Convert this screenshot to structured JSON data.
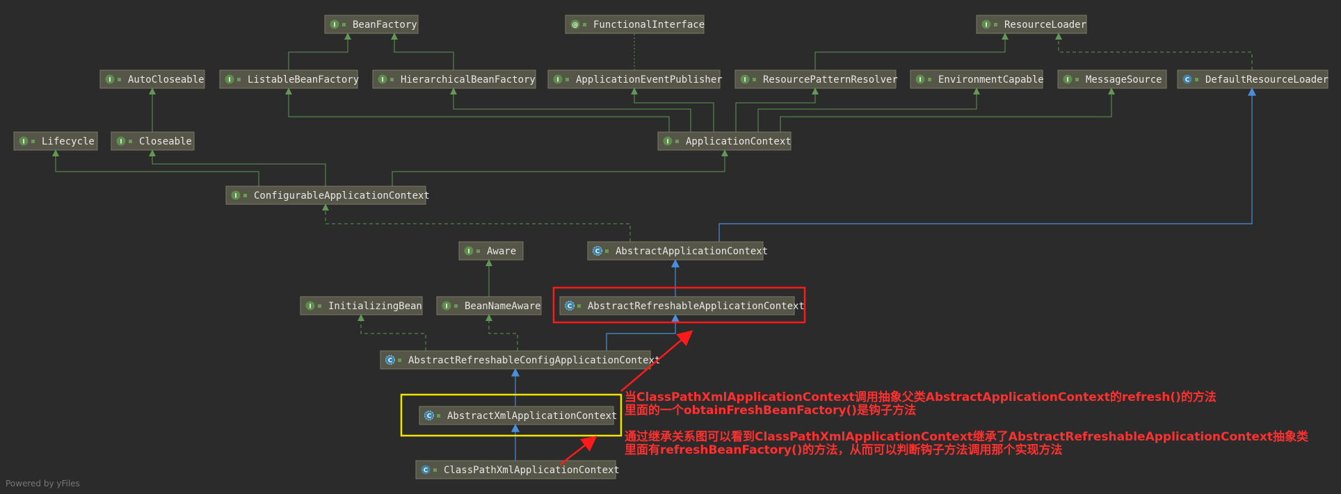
{
  "colors": {
    "background": "#2b2b2b",
    "node_fill": "#555548",
    "interface_badge": "#5f8d4e",
    "class_badge": "#3f84a8",
    "abstract_class_badge": "#3f84a8",
    "inherit_edge": "#629755",
    "extends_edge": "#4a8fdc",
    "highlight_red": "#ff1a1a",
    "highlight_yellow": "#f2e600",
    "annotation_text": "#ff3030"
  },
  "diagram": {
    "nodes": [
      {
        "id": "BeanFactory",
        "label": "BeanFactory",
        "kind": "interface"
      },
      {
        "id": "FunctionalInterface",
        "label": "FunctionalInterface",
        "kind": "annotation"
      },
      {
        "id": "ResourceLoader",
        "label": "ResourceLoader",
        "kind": "interface"
      },
      {
        "id": "AutoCloseable",
        "label": "AutoCloseable",
        "kind": "interface"
      },
      {
        "id": "ListableBeanFactory",
        "label": "ListableBeanFactory",
        "kind": "interface"
      },
      {
        "id": "HierarchicalBeanFactory",
        "label": "HierarchicalBeanFactory",
        "kind": "interface"
      },
      {
        "id": "ApplicationEventPublisher",
        "label": "ApplicationEventPublisher",
        "kind": "interface"
      },
      {
        "id": "ResourcePatternResolver",
        "label": "ResourcePatternResolver",
        "kind": "interface"
      },
      {
        "id": "EnvironmentCapable",
        "label": "EnvironmentCapable",
        "kind": "interface"
      },
      {
        "id": "MessageSource",
        "label": "MessageSource",
        "kind": "interface"
      },
      {
        "id": "DefaultResourceLoader",
        "label": "DefaultResourceLoader",
        "kind": "class"
      },
      {
        "id": "Lifecycle",
        "label": "Lifecycle",
        "kind": "interface"
      },
      {
        "id": "Closeable",
        "label": "Closeable",
        "kind": "interface"
      },
      {
        "id": "ApplicationContext",
        "label": "ApplicationContext",
        "kind": "interface"
      },
      {
        "id": "ConfigurableApplicationContext",
        "label": "ConfigurableApplicationContext",
        "kind": "interface"
      },
      {
        "id": "Aware",
        "label": "Aware",
        "kind": "interface"
      },
      {
        "id": "AbstractApplicationContext",
        "label": "AbstractApplicationContext",
        "kind": "abstract"
      },
      {
        "id": "InitializingBean",
        "label": "InitializingBean",
        "kind": "interface"
      },
      {
        "id": "BeanNameAware",
        "label": "BeanNameAware",
        "kind": "interface"
      },
      {
        "id": "AbstractRefreshableApplicationContext",
        "label": "AbstractRefreshableApplicationContext",
        "kind": "abstract"
      },
      {
        "id": "AbstractRefreshableConfigApplicationContext",
        "label": "AbstractRefreshableConfigApplicationContext",
        "kind": "abstract"
      },
      {
        "id": "AbstractXmlApplicationContext",
        "label": "AbstractXmlApplicationContext",
        "kind": "abstract"
      },
      {
        "id": "ClassPathXmlApplicationContext",
        "label": "ClassPathXmlApplicationContext",
        "kind": "class"
      }
    ],
    "edges": [
      {
        "from": "ListableBeanFactory",
        "to": "BeanFactory",
        "type": "inherit"
      },
      {
        "from": "HierarchicalBeanFactory",
        "to": "BeanFactory",
        "type": "inherit"
      },
      {
        "from": "ApplicationEventPublisher",
        "to": "FunctionalInterface",
        "type": "annotated"
      },
      {
        "from": "ResourcePatternResolver",
        "to": "ResourceLoader",
        "type": "inherit"
      },
      {
        "from": "DefaultResourceLoader",
        "to": "ResourceLoader",
        "type": "implements"
      },
      {
        "from": "Closeable",
        "to": "AutoCloseable",
        "type": "inherit"
      },
      {
        "from": "ApplicationContext",
        "to": "ListableBeanFactory",
        "type": "inherit"
      },
      {
        "from": "ApplicationContext",
        "to": "HierarchicalBeanFactory",
        "type": "inherit"
      },
      {
        "from": "ApplicationContext",
        "to": "ApplicationEventPublisher",
        "type": "inherit"
      },
      {
        "from": "ApplicationContext",
        "to": "ResourcePatternResolver",
        "type": "inherit"
      },
      {
        "from": "ApplicationContext",
        "to": "EnvironmentCapable",
        "type": "inherit"
      },
      {
        "from": "ApplicationContext",
        "to": "MessageSource",
        "type": "inherit"
      },
      {
        "from": "ConfigurableApplicationContext",
        "to": "Lifecycle",
        "type": "inherit"
      },
      {
        "from": "ConfigurableApplicationContext",
        "to": "Closeable",
        "type": "inherit"
      },
      {
        "from": "ConfigurableApplicationContext",
        "to": "ApplicationContext",
        "type": "inherit"
      },
      {
        "from": "AbstractApplicationContext",
        "to": "ConfigurableApplicationContext",
        "type": "implements"
      },
      {
        "from": "AbstractApplicationContext",
        "to": "DefaultResourceLoader",
        "type": "extends"
      },
      {
        "from": "BeanNameAware",
        "to": "Aware",
        "type": "inherit"
      },
      {
        "from": "AbstractRefreshableApplicationContext",
        "to": "AbstractApplicationContext",
        "type": "extends"
      },
      {
        "from": "AbstractRefreshableConfigApplicationContext",
        "to": "InitializingBean",
        "type": "implements"
      },
      {
        "from": "AbstractRefreshableConfigApplicationContext",
        "to": "BeanNameAware",
        "type": "implements"
      },
      {
        "from": "AbstractRefreshableConfigApplicationContext",
        "to": "AbstractRefreshableApplicationContext",
        "type": "extends"
      },
      {
        "from": "AbstractXmlApplicationContext",
        "to": "AbstractRefreshableConfigApplicationContext",
        "type": "extends"
      },
      {
        "from": "ClassPathXmlApplicationContext",
        "to": "AbstractXmlApplicationContext",
        "type": "extends"
      }
    ]
  },
  "annotations": {
    "note1_line1": "当ClassPathXmlApplicationContext调用抽象父类AbstractApplicationContext的refresh()的方法",
    "note1_line2": "里面的一个obtainFreshBeanFactory()是钩子方法",
    "note2_line1": "通过继承关系图可以看到ClassPathXmlApplicationContext继承了AbstractRefreshableApplicationContext抽象类",
    "note2_line2": "里面有refreshBeanFactory()的方法，从而可以判断钩子方法调用那个实现方法"
  },
  "footer": "Powered by yFiles"
}
